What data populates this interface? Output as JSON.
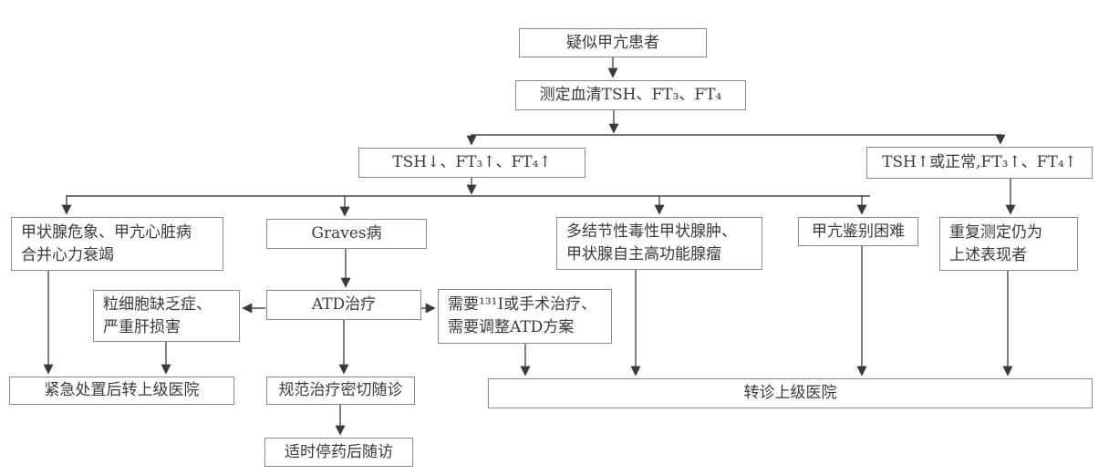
{
  "diagram": {
    "type": "flowchart",
    "language": "zh-CN",
    "colors": {
      "background": "#ffffff",
      "box_border": "#8a8a8a",
      "text": "#3a3a3a",
      "connector_line": "#4a4a4a",
      "arrowhead": "#3a3a3a"
    },
    "nodes": {
      "suspect": {
        "lines": [
          "疑似甲亢患者"
        ]
      },
      "measure": {
        "lines": [
          "测定血清TSH、FT₃、FT₄"
        ]
      },
      "tsh_low": {
        "lines": [
          "TSH↓、FT₃↑、FT₄↑"
        ]
      },
      "tsh_high": {
        "lines": [
          "TSH↑或正常,FT₃↑、FT₄↑"
        ]
      },
      "crisis": {
        "lines": [
          "甲状腺危象、甲亢心脏病",
          "合并心力衰竭"
        ]
      },
      "graves": {
        "lines": [
          "Graves病"
        ]
      },
      "multinodular": {
        "lines": [
          "多结节性毒性甲状腺肿、",
          "甲状腺自主高功能腺瘤"
        ]
      },
      "difficult": {
        "lines": [
          "甲亢鉴别困难"
        ]
      },
      "repeat": {
        "lines": [
          "重复测定仍为",
          "上述表现者"
        ]
      },
      "agranulocytosis": {
        "lines": [
          "粒细胞缺乏症、",
          "严重肝损害"
        ]
      },
      "atd": {
        "lines": [
          "ATD治疗"
        ]
      },
      "need131": {
        "lines": [
          "需要¹³¹I或手术治疗、",
          "需要调整ATD方案"
        ]
      },
      "emergency": {
        "lines": [
          "紧急处置后转上级医院"
        ]
      },
      "standard": {
        "lines": [
          "规范治疗密切随诊"
        ]
      },
      "followup": {
        "lines": [
          "适时停药后随访"
        ]
      },
      "referral": {
        "lines": [
          "转诊上级医院"
        ]
      }
    },
    "edges": [
      {
        "from": "suspect",
        "to": "measure"
      },
      {
        "from": "measure",
        "to": "tsh_low"
      },
      {
        "from": "measure",
        "to": "tsh_high"
      },
      {
        "from": "tsh_low",
        "to": "crisis"
      },
      {
        "from": "tsh_low",
        "to": "graves"
      },
      {
        "from": "tsh_low",
        "to": "multinodular"
      },
      {
        "from": "tsh_low",
        "to": "difficult"
      },
      {
        "from": "tsh_high",
        "to": "repeat"
      },
      {
        "from": "graves",
        "to": "atd"
      },
      {
        "from": "atd",
        "to": "agranulocytosis"
      },
      {
        "from": "atd",
        "to": "need131"
      },
      {
        "from": "atd",
        "to": "standard"
      },
      {
        "from": "crisis",
        "to": "emergency"
      },
      {
        "from": "agranulocytosis",
        "to": "emergency"
      },
      {
        "from": "standard",
        "to": "followup"
      },
      {
        "from": "need131",
        "to": "referral"
      },
      {
        "from": "multinodular",
        "to": "referral"
      },
      {
        "from": "difficult",
        "to": "referral"
      },
      {
        "from": "repeat",
        "to": "referral"
      }
    ]
  }
}
